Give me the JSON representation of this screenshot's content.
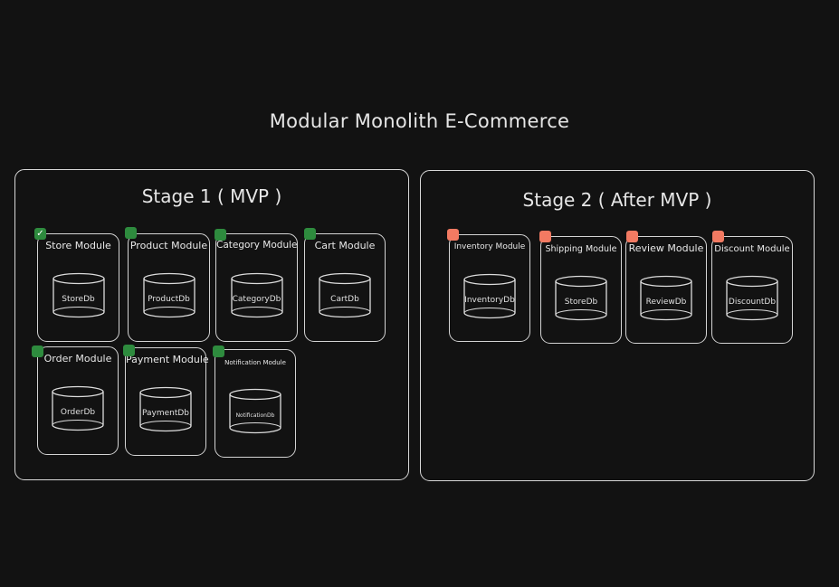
{
  "title": "Modular Monolith E-Commerce",
  "stage1": {
    "title": "Stage 1 ( MVP )",
    "modules": [
      {
        "name": "Store Module",
        "db": "StoreDb"
      },
      {
        "name": "Product Module",
        "db": "ProductDb"
      },
      {
        "name": "Category Module",
        "db": "CategoryDb"
      },
      {
        "name": "Cart Module",
        "db": "CartDb"
      },
      {
        "name": "Order Module",
        "db": "OrderDb"
      },
      {
        "name": "Payment Module",
        "db": "PaymentDb"
      },
      {
        "name": "Notification Module",
        "db": "NotificationDb"
      }
    ]
  },
  "stage2": {
    "title": "Stage 2 ( After MVP )",
    "modules": [
      {
        "name": "Inventory Module",
        "db": "InventoryDb"
      },
      {
        "name": "Shipping Module",
        "db": "StoreDb"
      },
      {
        "name": "Review Module",
        "db": "ReviewDb"
      },
      {
        "name": "Discount Module",
        "db": "DiscountDb"
      }
    ]
  },
  "colors": {
    "done_marker": "#2e8b3e",
    "todo_marker": "#f27a62",
    "background": "#121212",
    "stroke": "#d8d8d8"
  },
  "icons": {
    "checkmark": "check-icon",
    "database": "database-icon"
  }
}
